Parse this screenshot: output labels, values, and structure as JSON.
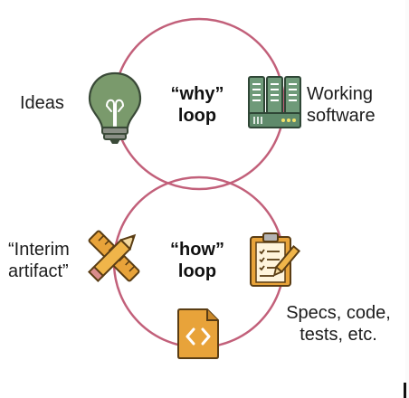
{
  "diagram": {
    "why_loop": {
      "line1": "“why”",
      "line2": "loop"
    },
    "how_loop": {
      "line1": "“how”",
      "line2": "loop"
    },
    "labels": {
      "ideas": "Ideas",
      "working_software_1": "Working",
      "working_software_2": "software",
      "interim_1": "“Interim",
      "interim_2": "artifact”",
      "specs_1": "Specs, code,",
      "specs_2": "tests, etc."
    },
    "icons": [
      "lightbulb-icon",
      "server-rack-icon",
      "design-tools-icon",
      "clipboard-checklist-icon",
      "code-file-icon"
    ],
    "colors": {
      "loop_stroke": "#c2607a",
      "bulb_green": "#6f8f62",
      "server_green": "#5f8a6b",
      "accent_orange": "#e8a33a"
    }
  }
}
